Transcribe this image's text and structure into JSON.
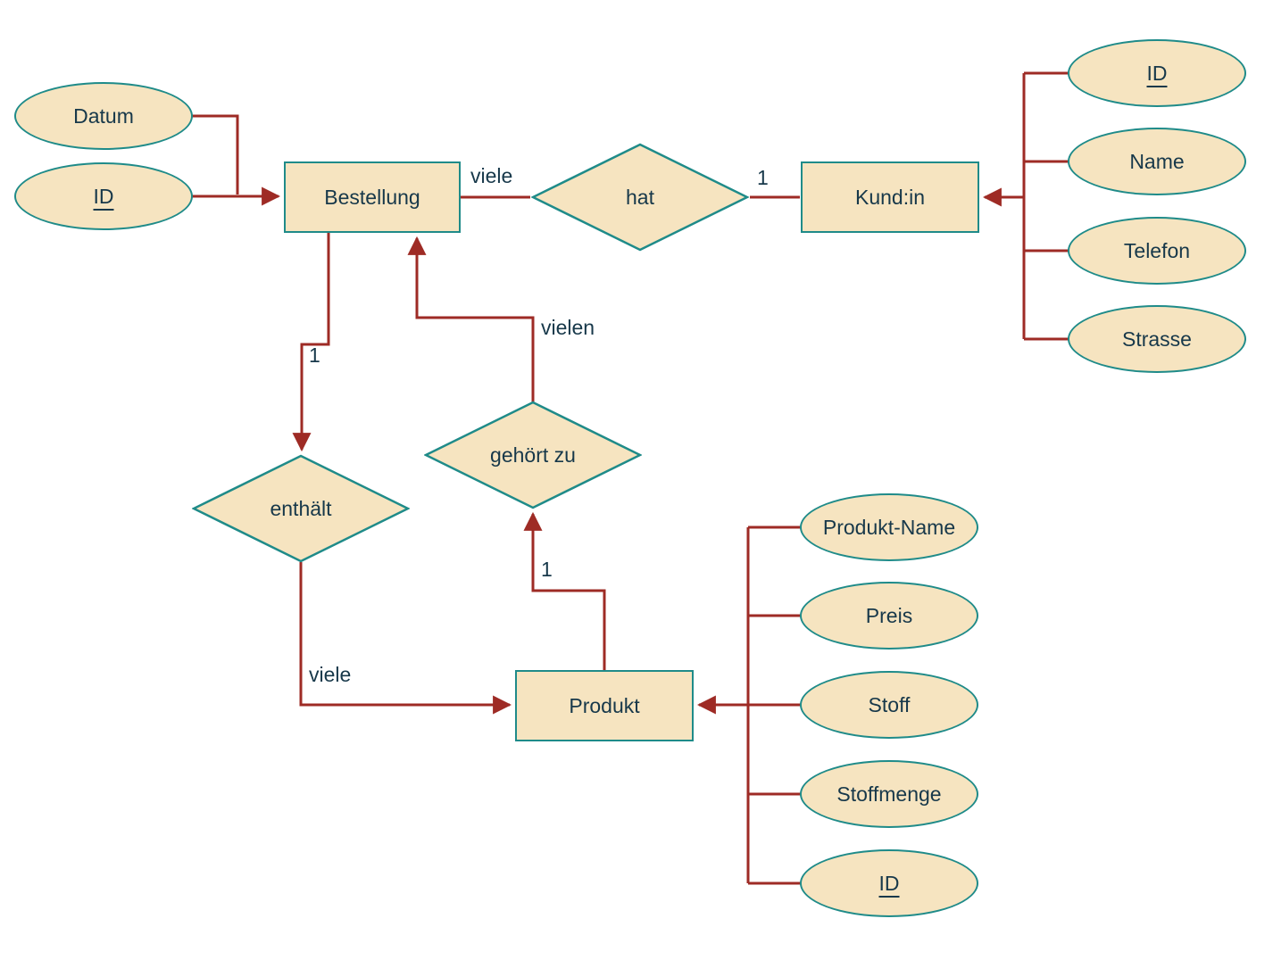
{
  "colors": {
    "shape_fill": "#f6e4c0",
    "shape_border": "#1f8b89",
    "connector": "#9e2b25",
    "text": "#17384a"
  },
  "entities": {
    "bestellung": {
      "label": "Bestellung"
    },
    "kundin": {
      "label": "Kund:in"
    },
    "produkt": {
      "label": "Produkt"
    }
  },
  "relationships": {
    "hat": {
      "label": "hat"
    },
    "gehoert_zu": {
      "label": "gehört zu"
    },
    "enthaelt": {
      "label": "enthält"
    }
  },
  "attributes": {
    "bestellung_datum": {
      "label": "Datum",
      "primary_key": false
    },
    "bestellung_id": {
      "label": "ID",
      "primary_key": true
    },
    "kundin_id": {
      "label": "ID",
      "primary_key": true
    },
    "kundin_name": {
      "label": "Name",
      "primary_key": false
    },
    "kundin_telefon": {
      "label": "Telefon",
      "primary_key": false
    },
    "kundin_strasse": {
      "label": "Strasse",
      "primary_key": false
    },
    "produkt_name": {
      "label": "Produkt-Name",
      "primary_key": false
    },
    "produkt_preis": {
      "label": "Preis",
      "primary_key": false
    },
    "produkt_stoff": {
      "label": "Stoff",
      "primary_key": false
    },
    "produkt_stoffmenge": {
      "label": "Stoffmenge",
      "primary_key": false
    },
    "produkt_id": {
      "label": "ID",
      "primary_key": true
    }
  },
  "cardinalities": {
    "bestellung_hat": "viele",
    "hat_kundin": "1",
    "bestellung_enthaelt": "1",
    "gehoertzu_bestellung": "vielen",
    "enthaelt_produkt": "viele",
    "produkt_gehoertzu": "1"
  }
}
